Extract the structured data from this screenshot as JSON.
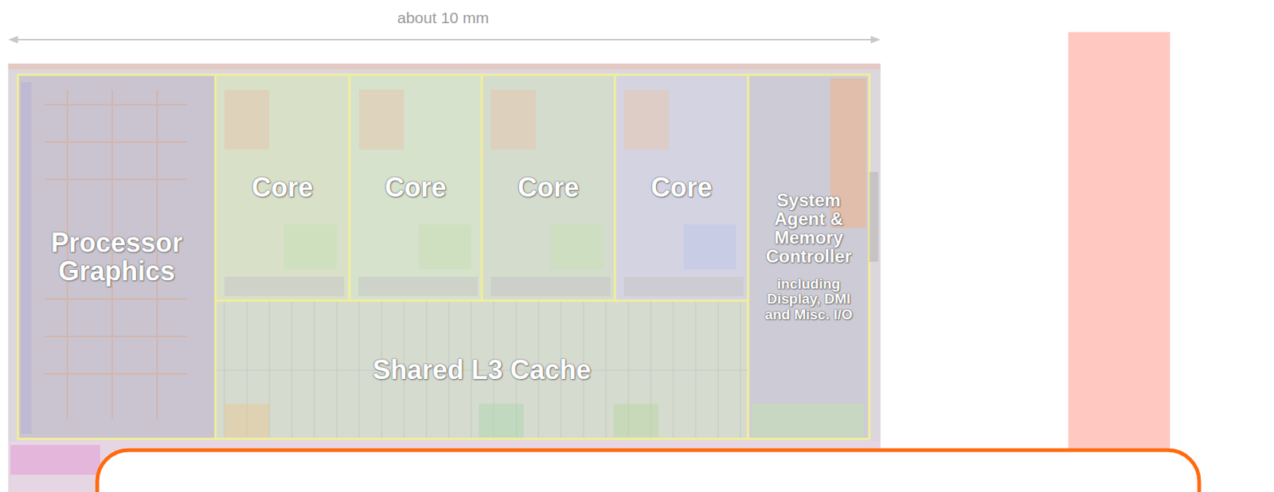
{
  "diagram": {
    "nodes": [
      {
        "text": [
          "Processor Graphics"
        ]
      },
      {
        "text": [
          "Core"
        ]
      },
      {
        "text": [
          "Core"
        ]
      },
      {
        "text": [
          "Core"
        ]
      },
      {
        "text": [
          "Core"
        ]
      },
      {
        "text": [
          "System Agent & Memory Controller",
          "including Display, DMI and Misc. I/O"
        ]
      },
      {
        "text": [
          "Shared L3 Cache"
        ]
      }
    ],
    "labels": [
      "about 10 mm"
    ]
  }
}
